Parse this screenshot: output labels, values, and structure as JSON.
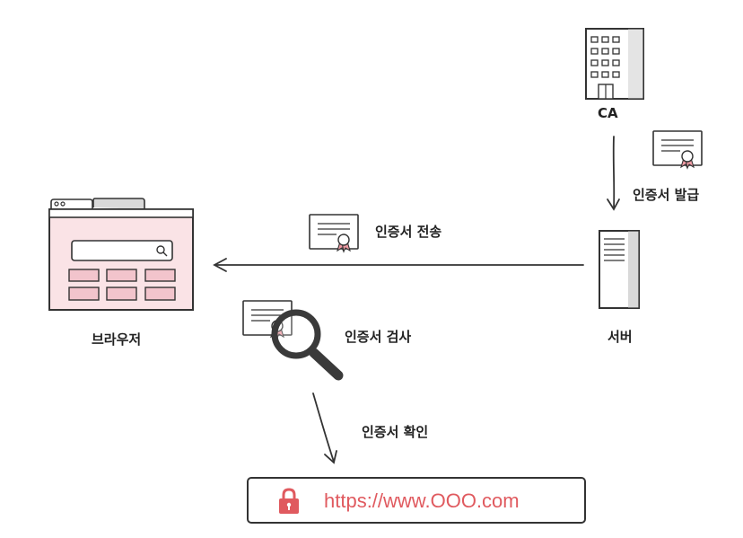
{
  "nodes": {
    "ca": {
      "label": "CA"
    },
    "server": {
      "label": "서버"
    },
    "browser": {
      "label": "브라우저"
    }
  },
  "steps": {
    "issue": "인증서 발급",
    "send": "인증서 전송",
    "inspect": "인증서 검사",
    "verify": "인증서 확인"
  },
  "url_bar": {
    "url": "https://www.OOO.com"
  },
  "colors": {
    "stroke": "#333333",
    "browser_fill": "#fae3e6",
    "cell_fill": "#f2c4cc",
    "accent_red": "#e05a5f",
    "ribbon": "#ef9aa3",
    "gray": "#d9d9d9"
  },
  "icons": {
    "ca": "office-building-icon",
    "server": "server-tower-icon",
    "browser": "browser-window-icon",
    "certificate": "certificate-icon",
    "magnifier": "magnifying-glass-icon",
    "lock": "padlock-icon"
  }
}
